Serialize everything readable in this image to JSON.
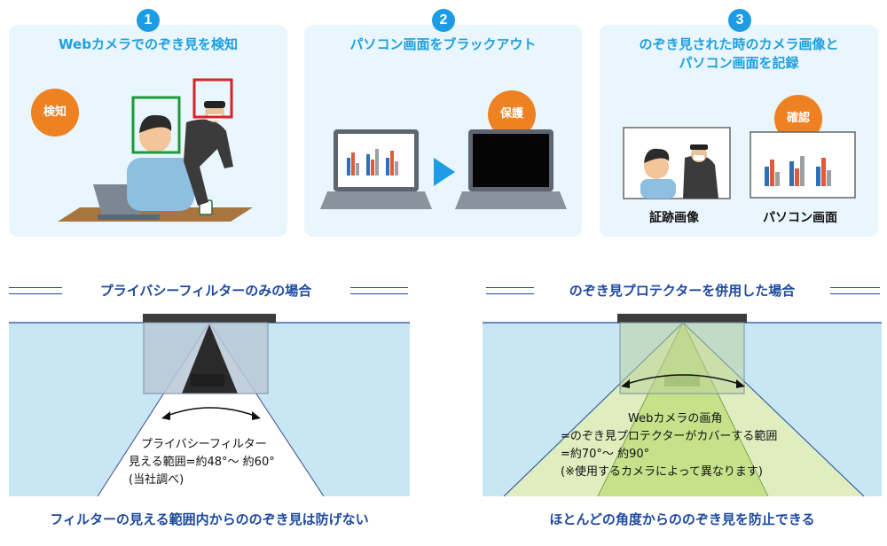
{
  "steps": [
    {
      "num": "1",
      "title": "Webカメラでのぞき見を検知",
      "badge": "検知"
    },
    {
      "num": "2",
      "title": "パソコン画面をブラックアウト",
      "badge": "保護"
    },
    {
      "num": "3",
      "title_line1": "のぞき見された時のカメラ画像と",
      "title_line2": "パソコン画面を記録",
      "badge": "確認",
      "captions": [
        "証跡画像",
        "パソコン画面"
      ]
    }
  ],
  "left_panel": {
    "heading": "プライバシーフィルターのみの場合",
    "fov_line1": "プライバシーフィルター",
    "fov_line2": "見える範囲=約48°～ 約60°",
    "fov_line3": "(当社調べ)",
    "caption": "フィルターの見える範囲内からののぞき見は防げない"
  },
  "right_panel": {
    "heading": "のぞき見プロテクターを併用した場合",
    "fov_line1": "Webカメラの画角",
    "fov_line2": "=のぞき見プロテクターがカバーする範囲",
    "fov_line3": "=約70°～ 約90°",
    "fov_line4": "(※使用するカメラによって異なります)",
    "caption": "ほとんどの角度からののぞき見を防止できる"
  },
  "colors": {
    "accent_blue": "#1b9ce4",
    "badge_orange": "#ee8122",
    "navy": "#1d4aa0",
    "panel_bg": "#eaf6fd",
    "cover_green": "#c5e28a"
  }
}
